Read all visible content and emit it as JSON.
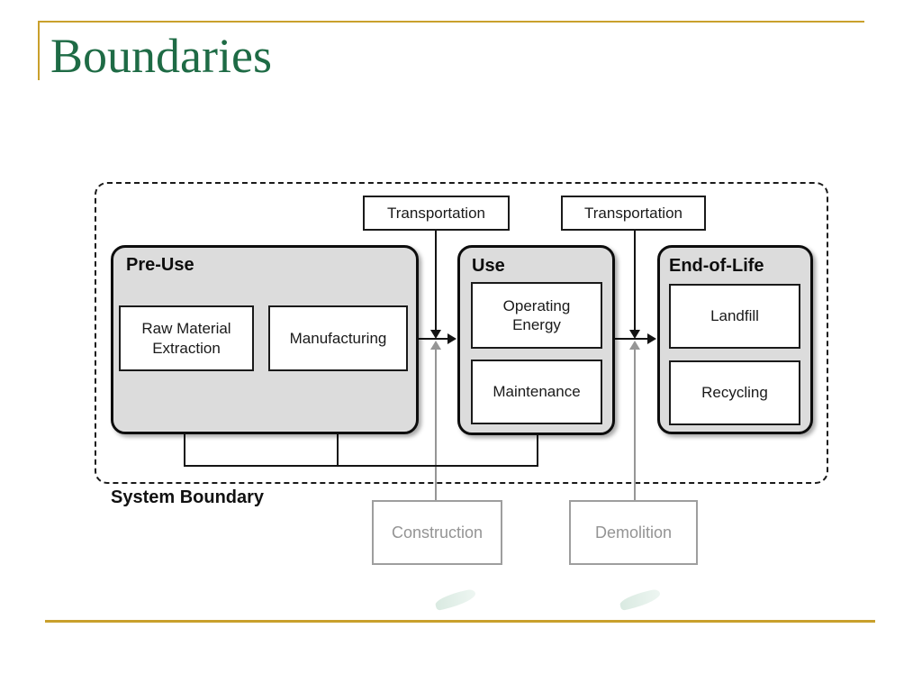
{
  "slide": {
    "title": "Boundaries"
  },
  "colors": {
    "accent_gold": "#C9A02C",
    "title_green": "#1E6B45",
    "phase_fill": "#DCDCDC",
    "diagram_black": "#141414",
    "muted_gray": "#969696",
    "watermark_green": "#D7E9DF"
  },
  "diagram": {
    "boundary_label": "System Boundary",
    "transportation_left": {
      "label": "Transportation"
    },
    "transportation_right": {
      "label": "Transportation"
    },
    "phases": [
      {
        "label": "Pre-Use",
        "items": [
          {
            "label": "Raw Material Extraction"
          },
          {
            "label": "Manufacturing"
          }
        ]
      },
      {
        "label": "Use",
        "items": [
          {
            "label": "Operating Energy"
          },
          {
            "label": "Maintenance"
          }
        ]
      },
      {
        "label": "End-of-Life",
        "items": [
          {
            "label": "Landfill"
          },
          {
            "label": "Recycling"
          }
        ]
      }
    ],
    "external": [
      {
        "label": "Construction"
      },
      {
        "label": "Demolition"
      }
    ]
  }
}
